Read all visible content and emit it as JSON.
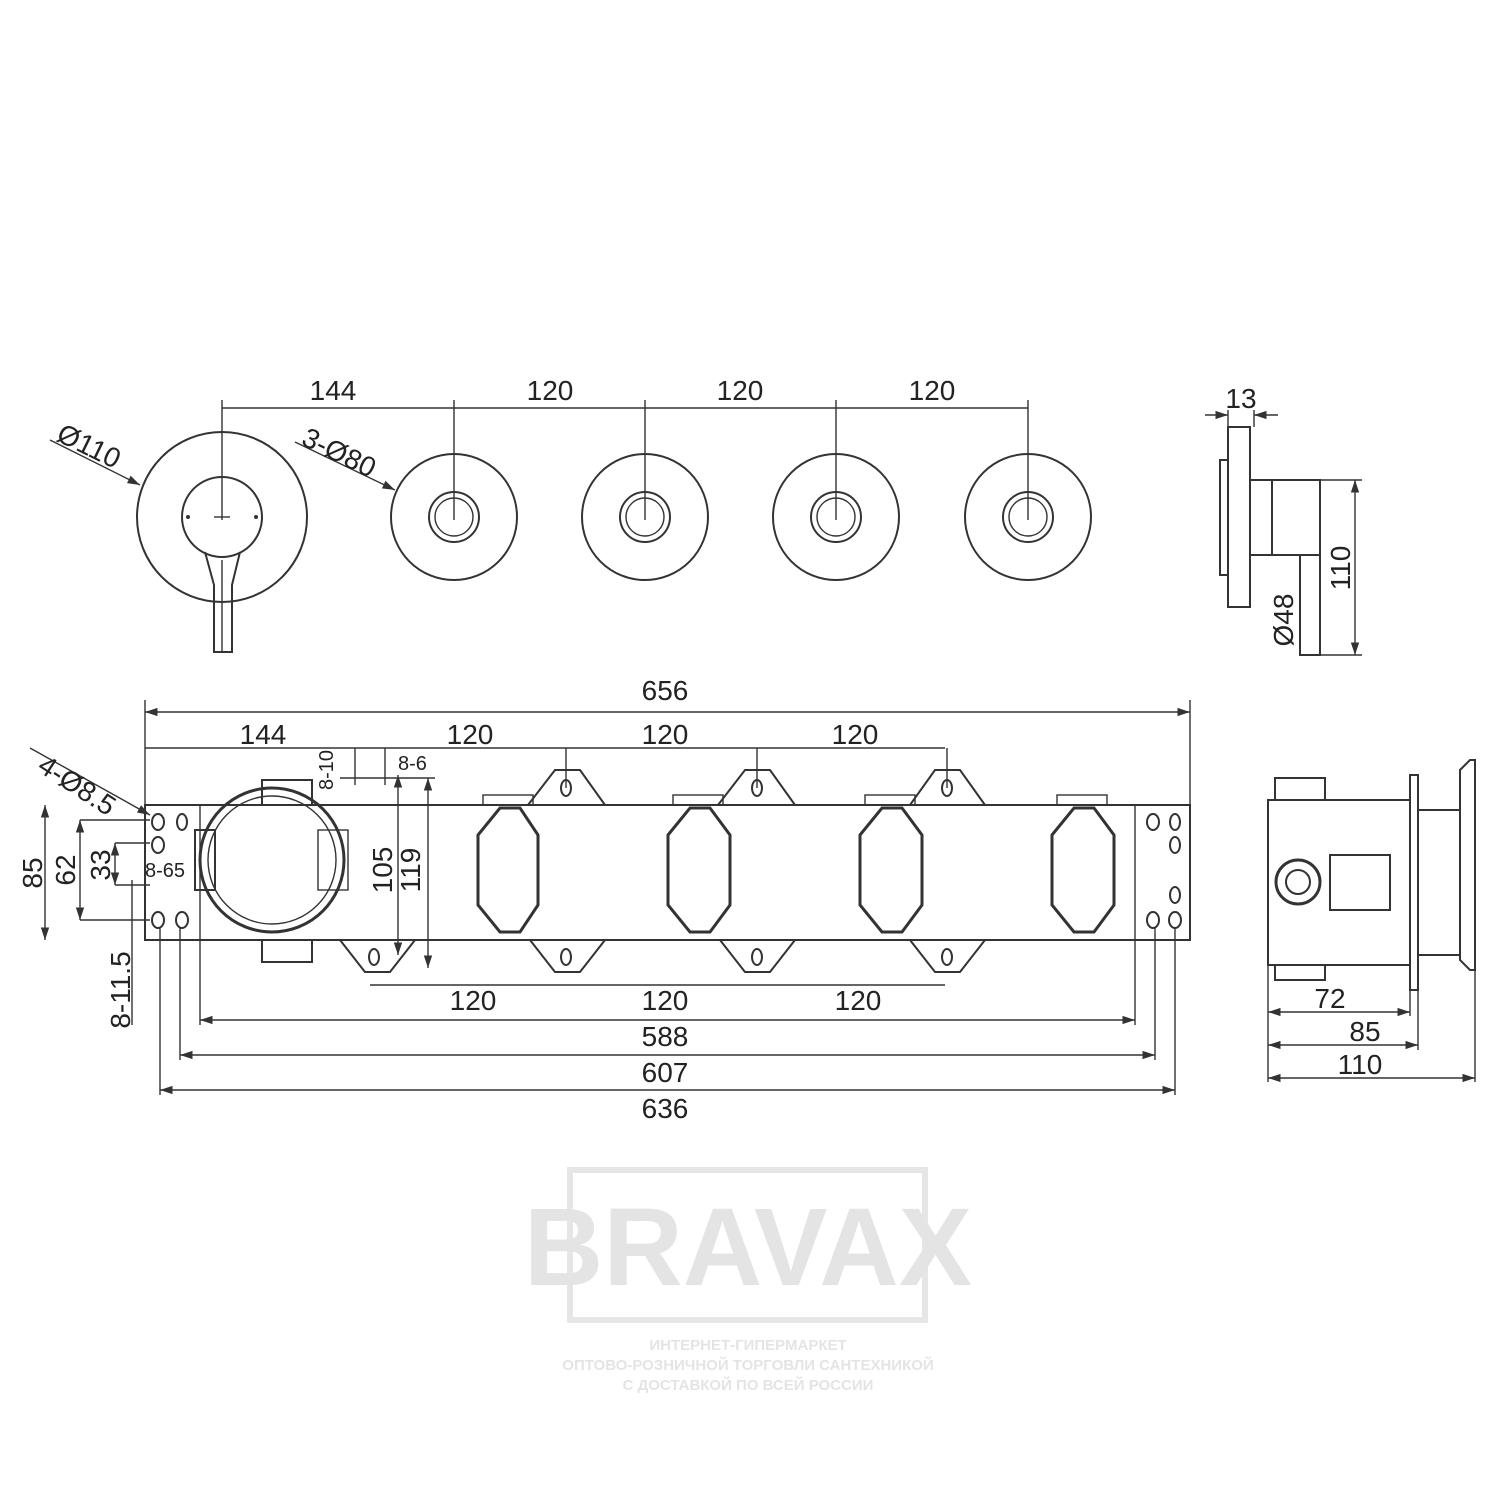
{
  "watermark": {
    "brand": "BRAVAX",
    "line1": "ИНТЕРНЕТ-ГИПЕРМАРКЕТ",
    "line2": "ОПТОВО-РОЗНИЧНОЙ ТОРГОВЛИ САНТЕХНИКОЙ",
    "line3": "С ДОСТАВКОЙ ПО ВСЕЙ РОССИИ"
  },
  "front_view": {
    "dia_main": "Ø110",
    "dia_small": "3-Ø80",
    "spacing": [
      "144",
      "120",
      "120",
      "120"
    ]
  },
  "side_view": {
    "thickness": "13",
    "height": "110",
    "dia_stem": "Ø48"
  },
  "plate_view": {
    "overall": "656",
    "spacing_top": [
      "144",
      "120",
      "120",
      "120"
    ],
    "holes": "4-Ø8.5",
    "slot_8_10": "8-10",
    "slot_8_6": "8-6",
    "slot_8_65": "8-65",
    "slot_8_11_5": "8-11.5",
    "height_85": "85",
    "height_62": "62",
    "height_33": "33",
    "dim_105": "105",
    "dim_119": "119",
    "spacing_bottom": [
      "120",
      "120",
      "120"
    ],
    "width_588": "588",
    "width_607": "607",
    "width_636": "636"
  },
  "box_side_view": {
    "depth_72": "72",
    "depth_85": "85",
    "depth_110": "110"
  }
}
